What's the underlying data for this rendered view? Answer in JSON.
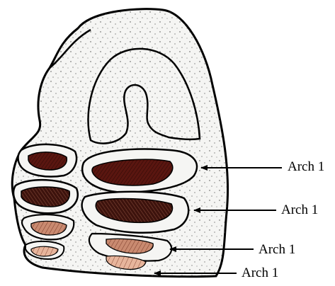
{
  "labels": [
    "Arch 1",
    "Arch 1",
    "Arch 1",
    "Arch 1"
  ],
  "colors": {
    "outline": "#000000",
    "tissue_fill": "#f5f5f3",
    "stipple": "#4a4a4a",
    "cavity_dark": "#5a1610",
    "cavity_dark_alt": "#3d130d",
    "cavity_light": "#c98a70",
    "cavity_pale": "#e7b59c"
  }
}
